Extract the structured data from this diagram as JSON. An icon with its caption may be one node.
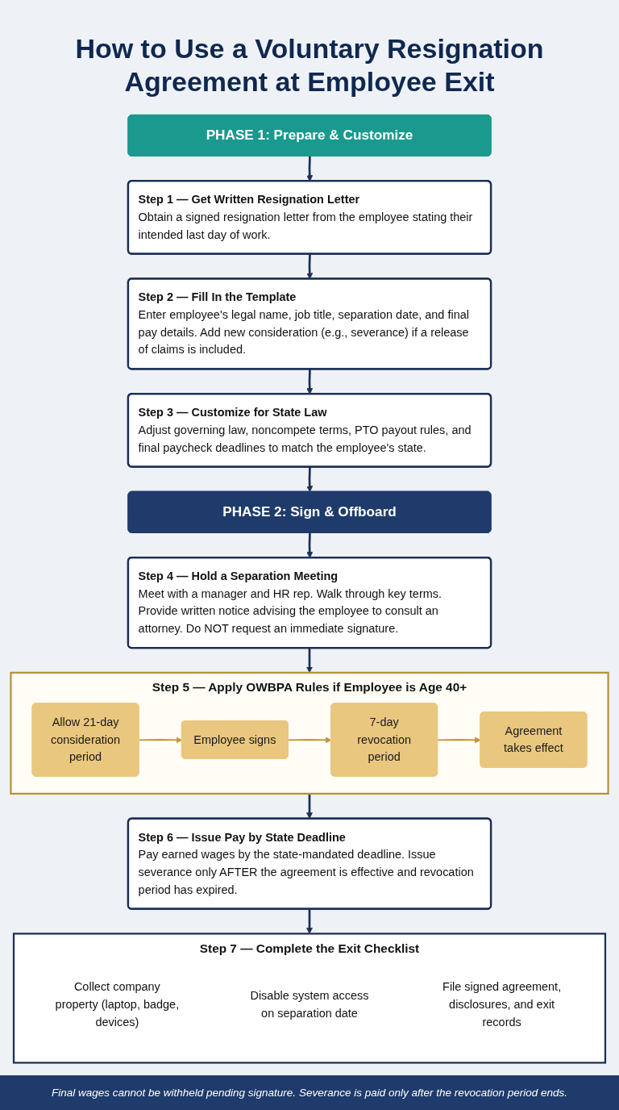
{
  "diagram": {
    "title": "How to Use a Voluntary Resignation Agreement at Employee Exit",
    "nodes": [
      {
        "text": [
          "PHASE 1: Prepare & Customize"
        ]
      },
      {
        "text": [
          "Step 1 — Get Written Resignation Letter",
          "Obtain a signed resignation letter from the employee stating their intended last day of work."
        ]
      },
      {
        "text": [
          "Step 2 — Fill In the Template",
          "Enter employee's legal name, job title, separation date, and final pay details. Add new consideration (e.g., severance) if a release of claims is included."
        ]
      },
      {
        "text": [
          "Step 3 — Customize for State Law",
          "Adjust governing law, noncompete terms, PTO payout rules, and final paycheck deadlines to match the employee's state."
        ]
      },
      {
        "text": [
          "PHASE 2: Sign & Offboard"
        ]
      },
      {
        "text": [
          "Step 4 — Hold a Separation Meeting",
          "Meet with a manager and HR rep. Walk through key terms. Provide written notice advising the employee to consult an attorney. Do NOT request an immediate signature."
        ]
      },
      {
        "text": [
          "Step 5 — Apply OWBPA Rules if Employee is Age 40+"
        ]
      },
      {
        "text": [
          "Allow 21-day consideration period"
        ],
        "in": 6
      },
      {
        "text": [
          "Employee signs"
        ],
        "in": 6
      },
      {
        "text": [
          "7-day revocation period"
        ],
        "in": 6
      },
      {
        "text": [
          "Agreement takes effect"
        ],
        "in": 6
      },
      {
        "text": [
          "Step 6 — Issue Pay by State Deadline",
          "Pay earned wages by the state-mandated deadline. Issue severance only AFTER the agreement is effective and revocation period has expired."
        ]
      },
      {
        "text": [
          "Step 7 — Complete the Exit Checklist"
        ]
      },
      {
        "text": [
          "Collect company property (laptop, badge, devices)"
        ],
        "in": 12
      },
      {
        "text": [
          "Disable system access on separation date"
        ],
        "in": 12
      },
      {
        "text": [
          "File signed agreement, disclosures, and exit records"
        ],
        "in": 12
      }
    ],
    "edges": [
      {
        "from": 0,
        "to": 1,
        "arrow": "to"
      },
      {
        "from": 1,
        "to": 2,
        "arrow": "to"
      },
      {
        "from": 2,
        "to": 3,
        "arrow": "to"
      },
      {
        "from": 3,
        "to": 4,
        "arrow": "to"
      },
      {
        "from": 4,
        "to": 5,
        "arrow": "to"
      },
      {
        "from": 5,
        "to": 6,
        "arrow": "to"
      },
      {
        "from": 7,
        "to": 8,
        "arrow": "to",
        "color": "#c4963c"
      },
      {
        "from": 8,
        "to": 9,
        "arrow": "to",
        "color": "#c4963c"
      },
      {
        "from": 9,
        "to": 10,
        "arrow": "to",
        "color": "#c4963c"
      },
      {
        "from": 6,
        "to": 11,
        "arrow": "to"
      },
      {
        "from": 11,
        "to": 12,
        "arrow": "to"
      }
    ],
    "caption": "Final wages cannot be withheld pending signature. Severance is paid only after the revocation period ends."
  }
}
